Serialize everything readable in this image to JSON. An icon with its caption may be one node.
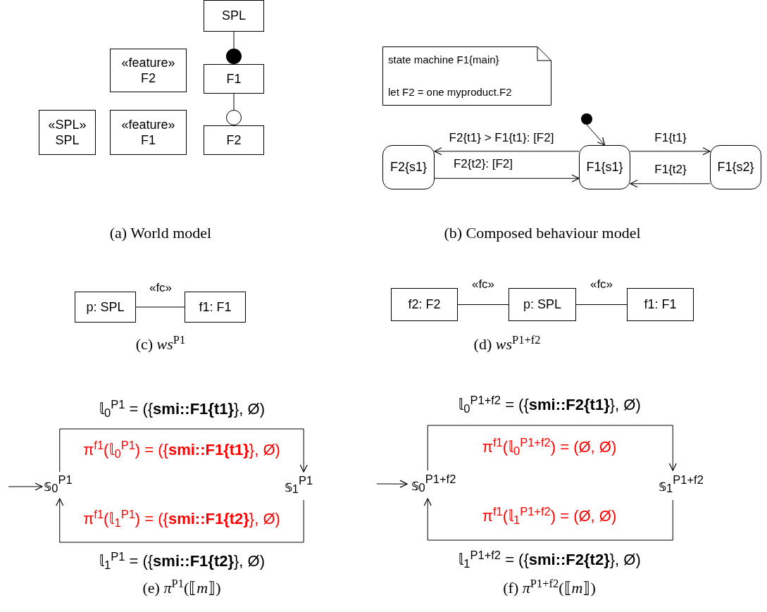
{
  "diagram": {
    "nodes": [
      {
        "text": [
          "SPL"
        ]
      },
      {
        "text": [
          "F1"
        ]
      },
      {
        "text": [
          "F2"
        ]
      },
      {
        "text": [
          "«feature»",
          "F2"
        ]
      },
      {
        "text": [
          "«SPL»",
          "SPL"
        ]
      },
      {
        "text": [
          "«feature»",
          "F1"
        ]
      },
      {
        "text": [
          "state machine F1{main}",
          "let F2 = one myproduct.F2"
        ]
      },
      {
        "text": [],
        "shape": "circle"
      },
      {
        "text": [
          "F2{s1}"
        ]
      },
      {
        "text": [
          "F1{s1}"
        ]
      },
      {
        "text": [
          "F1{s2}"
        ]
      },
      {
        "text": [
          "p: SPL"
        ]
      },
      {
        "text": [
          "f1: F1"
        ]
      },
      {
        "text": [
          "f2: F2"
        ]
      },
      {
        "text": [
          "p: SPL"
        ]
      },
      {
        "text": [
          "f1: F1"
        ]
      },
      {
        "text": [
          "𝕤$_{0}$$^{P1}$"
        ]
      },
      {
        "text": [
          "𝕤$_{1}$$^{P1}$"
        ]
      },
      {
        "text": [
          "𝕤$_{0}$$^{P1+f2}$"
        ]
      },
      {
        "text": [
          "𝕤$_{1}$$^{P1+f2}$"
        ]
      }
    ],
    "edges": [
      {
        "from": 0,
        "to": 1,
        "arrow": "other"
      },
      {
        "from": 1,
        "to": 2,
        "arrow": "other"
      },
      {
        "from": 7,
        "to": 9,
        "arrow": "to"
      },
      {
        "from": 9,
        "to": 8,
        "arrow": "to",
        "label": "F2{t1} > F1{t1}: [F2]"
      },
      {
        "from": 8,
        "to": 9,
        "arrow": "to",
        "label": "F2{t2}: [F2]"
      },
      {
        "from": 9,
        "to": 10,
        "arrow": "to",
        "label": "F1{t1}"
      },
      {
        "from": 10,
        "to": 9,
        "arrow": "to",
        "label": "F1{t2}"
      },
      {
        "from": 11,
        "to": 12,
        "arrow": "none",
        "label": "«fc»"
      },
      {
        "from": 13,
        "to": 14,
        "arrow": "none",
        "label": "«fc»"
      },
      {
        "from": 14,
        "to": 15,
        "arrow": "none",
        "label": "«fc»"
      },
      {
        "from": null,
        "to": 16,
        "arrow": "to"
      },
      {
        "from": 16,
        "to": 17,
        "arrow": "to",
        "label": "𝕝$_{0}$$^{P1}$ = ({**smi::F1{t1}**}, Ø)"
      },
      {
        "from": 17,
        "to": 16,
        "arrow": "to",
        "label": "𝕝$_{1}$$^{P1}$ = ({**smi::F1{t2}**}, Ø)"
      },
      {
        "from": null,
        "to": 18,
        "arrow": "to"
      },
      {
        "from": 18,
        "to": 19,
        "arrow": "to",
        "label": "𝕝$_{0}$$^{P1+f2}$ = ({**smi::F2{t1}**}, Ø)"
      },
      {
        "from": 19,
        "to": 18,
        "arrow": "to",
        "label": "𝕝$_{1}$$^{P1+f2}$ = ({**smi::F2{t2}**}, Ø)"
      }
    ],
    "labels": [
      "(a) World model",
      "(b) Composed behaviour model",
      "(c) *ws*$^{P1}$",
      "(d) *ws*$^{P1+f2}$",
      "π$^{f1}$(𝕝$_{0}$$^{P1}$) = ({**smi::F1{t1}**}, Ø)",
      "π$^{f1}$(𝕝$_{0}$$^{P1+f2}$) = (Ø, Ø)",
      "π$^{f1}$(𝕝$_{1}$$^{P1}$) = ({**smi::F1{t2}**}, Ø)",
      "π$^{f1}$(𝕝$_{1}$$^{P1+f2}$) = (Ø, Ø)",
      "(e) *π*$^{P1}$(⟦*m*⟧)",
      "(f) *π*$^{P1+f2}$(⟦*m*⟧)"
    ]
  }
}
